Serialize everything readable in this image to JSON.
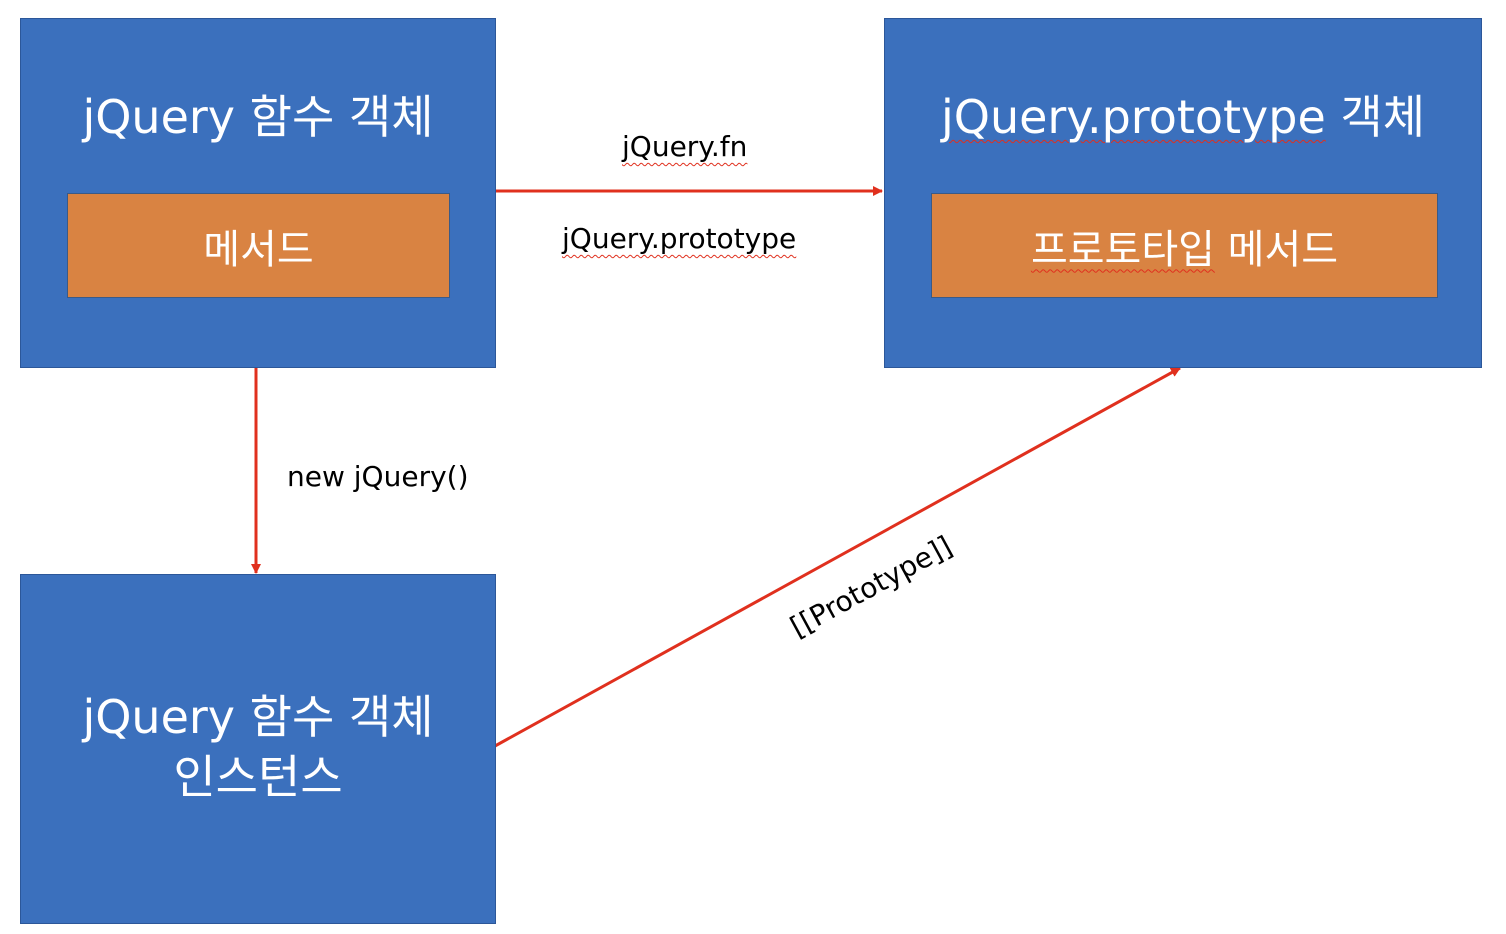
{
  "colors": {
    "box_fill": "#3b70bd",
    "inner_fill": "#d98342",
    "arrow": "#e0301e",
    "label_text": "#000000",
    "box_text": "#ffffff"
  },
  "nodes": {
    "function_object": {
      "title": "jQuery 함수 객체",
      "inner_label": "메서드"
    },
    "prototype_object": {
      "title_code": "jQuery.prototype",
      "title_suffix": " 객체",
      "inner_label_underlined": "프로토타입",
      "inner_label_rest": " 메서드"
    },
    "instance": {
      "title_line1": "jQuery 함수 객체",
      "title_line2": "인스턴스"
    }
  },
  "edges": {
    "fn_to_prototype": {
      "label_top": "jQuery.fn",
      "label_bottom": "jQuery.prototype"
    },
    "fn_to_instance": {
      "label": "new jQuery()"
    },
    "instance_to_prototype": {
      "label": "[[Prototype]]"
    }
  }
}
